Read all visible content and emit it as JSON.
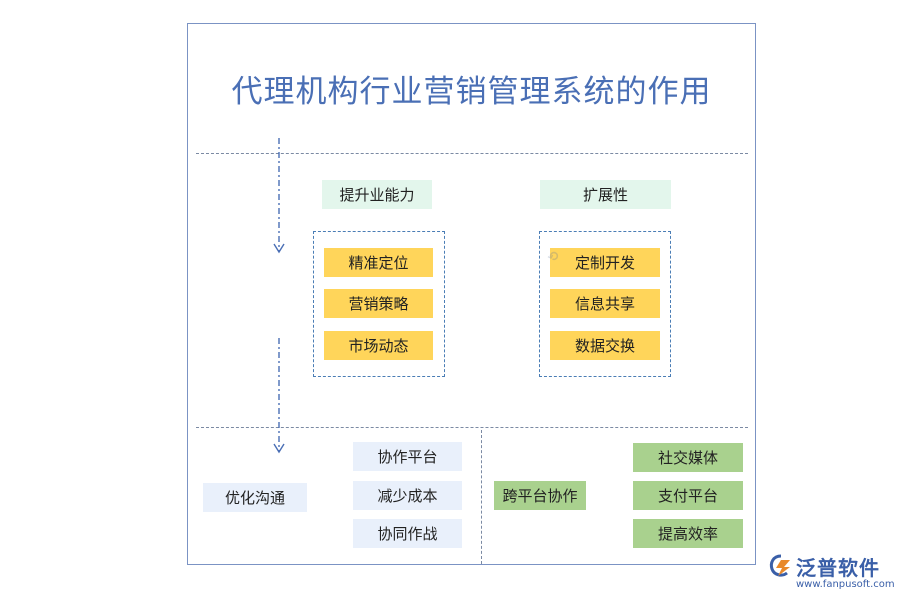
{
  "title": "代理机构行业营销管理系统的作用",
  "sections": {
    "improve": {
      "header": "提升业能力",
      "items": [
        "精准定位",
        "营销策略",
        "市场动态"
      ]
    },
    "expand": {
      "header": "扩展性",
      "items": [
        "定制开发",
        "信息共享",
        "数据交换"
      ]
    },
    "optimize": {
      "label": "优化沟通",
      "items": [
        "协作平台",
        "减少成本",
        "协同作战"
      ]
    },
    "cross": {
      "label": "跨平台协作",
      "items": [
        "社交媒体",
        "支付平台",
        "提高效率"
      ]
    }
  },
  "logo": {
    "name": "泛普软件",
    "url": "www.fanpusoft.com",
    "icon": "fanpu-logo-icon"
  },
  "colors": {
    "title": "#4a6fb5",
    "yellow_box": "#ffd55a",
    "green_box": "#a9d18e",
    "light_green_box": "#e3f6ec",
    "light_blue_box": "#e9f0fb"
  }
}
